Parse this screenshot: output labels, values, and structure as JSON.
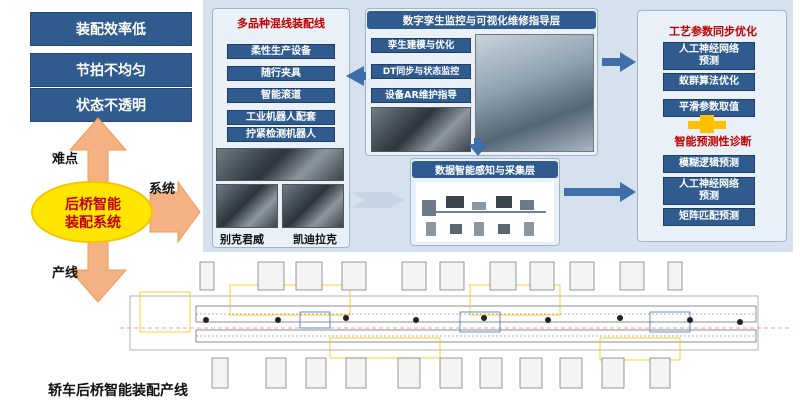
{
  "problems": [
    "装配效率低",
    "节拍不均匀",
    "状态不透明"
  ],
  "hub": {
    "label_line1": "后桥智能",
    "label_line2": "装配系统",
    "up_label": "难点",
    "right_label": "系统",
    "down_label": "产线"
  },
  "mixed_line": {
    "title": "多品种混线装配线",
    "items": [
      "柔性生产设备",
      "随行夹具",
      "智能滚道",
      "工业机器人配套",
      "拧紧检测机器人"
    ],
    "photo_captions": [
      "别克君威",
      "凯迪拉克"
    ]
  },
  "twin_layer": {
    "title": "数字孪生监控与可视化维修指导层",
    "items": [
      "孪生建模与优化",
      "DT同步与状态监控",
      "设备AR维护指导"
    ]
  },
  "data_layer": {
    "title": "数据智能感知与采集层"
  },
  "process_opt": {
    "title": "工艺参数同步优化",
    "items": [
      "人工神经网络预测",
      "蚁群算法优化",
      "平滑参数取值"
    ]
  },
  "predictive": {
    "title": "智能预测性诊断",
    "items": [
      "模糊逻辑预测",
      "人工神经网络预测",
      "矩阵匹配预测"
    ]
  },
  "bottom_caption": "轿车后桥智能装配产线",
  "colors": {
    "box_blue": "#2f5b8f",
    "panel_bg": "#d6e1ee",
    "arrow_orange": "#f4b183",
    "hub_yellow": "#ffe600",
    "text_red": "#c00000",
    "connector_yellow": "#ffc000"
  }
}
